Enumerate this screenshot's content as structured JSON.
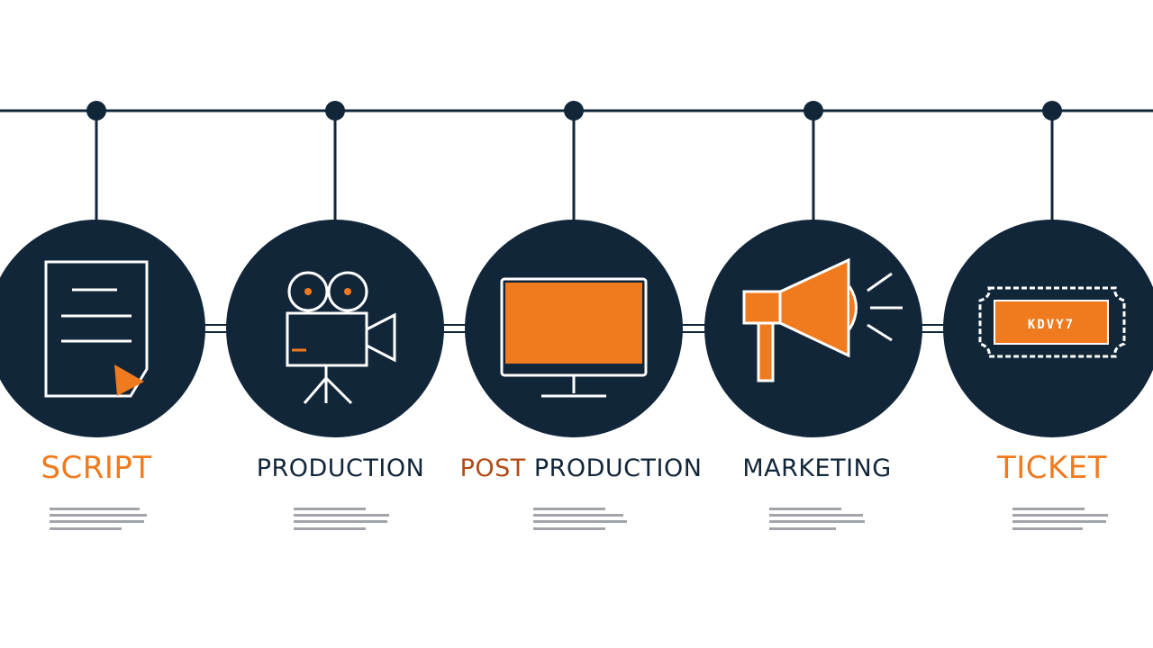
{
  "colors": {
    "navy": "#12263a",
    "orange": "#f07a1e",
    "dark_orange": "#b14a15",
    "white": "#ffffff"
  },
  "stages": [
    {
      "id": "script",
      "icon": "document-icon",
      "title_parts": [
        {
          "text": "SCRIPT",
          "tone": "orange"
        }
      ]
    },
    {
      "id": "production",
      "icon": "film-camera-icon",
      "title_parts": [
        {
          "text": "PRODUCTION",
          "tone": "navy"
        }
      ]
    },
    {
      "id": "post-production",
      "icon": "monitor-icon",
      "title_parts": [
        {
          "text": "POST",
          "tone": "brown"
        },
        {
          "text": " PRODUCTION",
          "tone": "navy"
        }
      ]
    },
    {
      "id": "marketing",
      "icon": "megaphone-icon",
      "title_parts": [
        {
          "text": "MARKETING",
          "tone": "navy"
        }
      ]
    },
    {
      "id": "ticket",
      "icon": "ticket-icon",
      "title_parts": [
        {
          "text": "TICKET",
          "tone": "orange"
        }
      ]
    }
  ],
  "ticket_text": "KDVY7"
}
